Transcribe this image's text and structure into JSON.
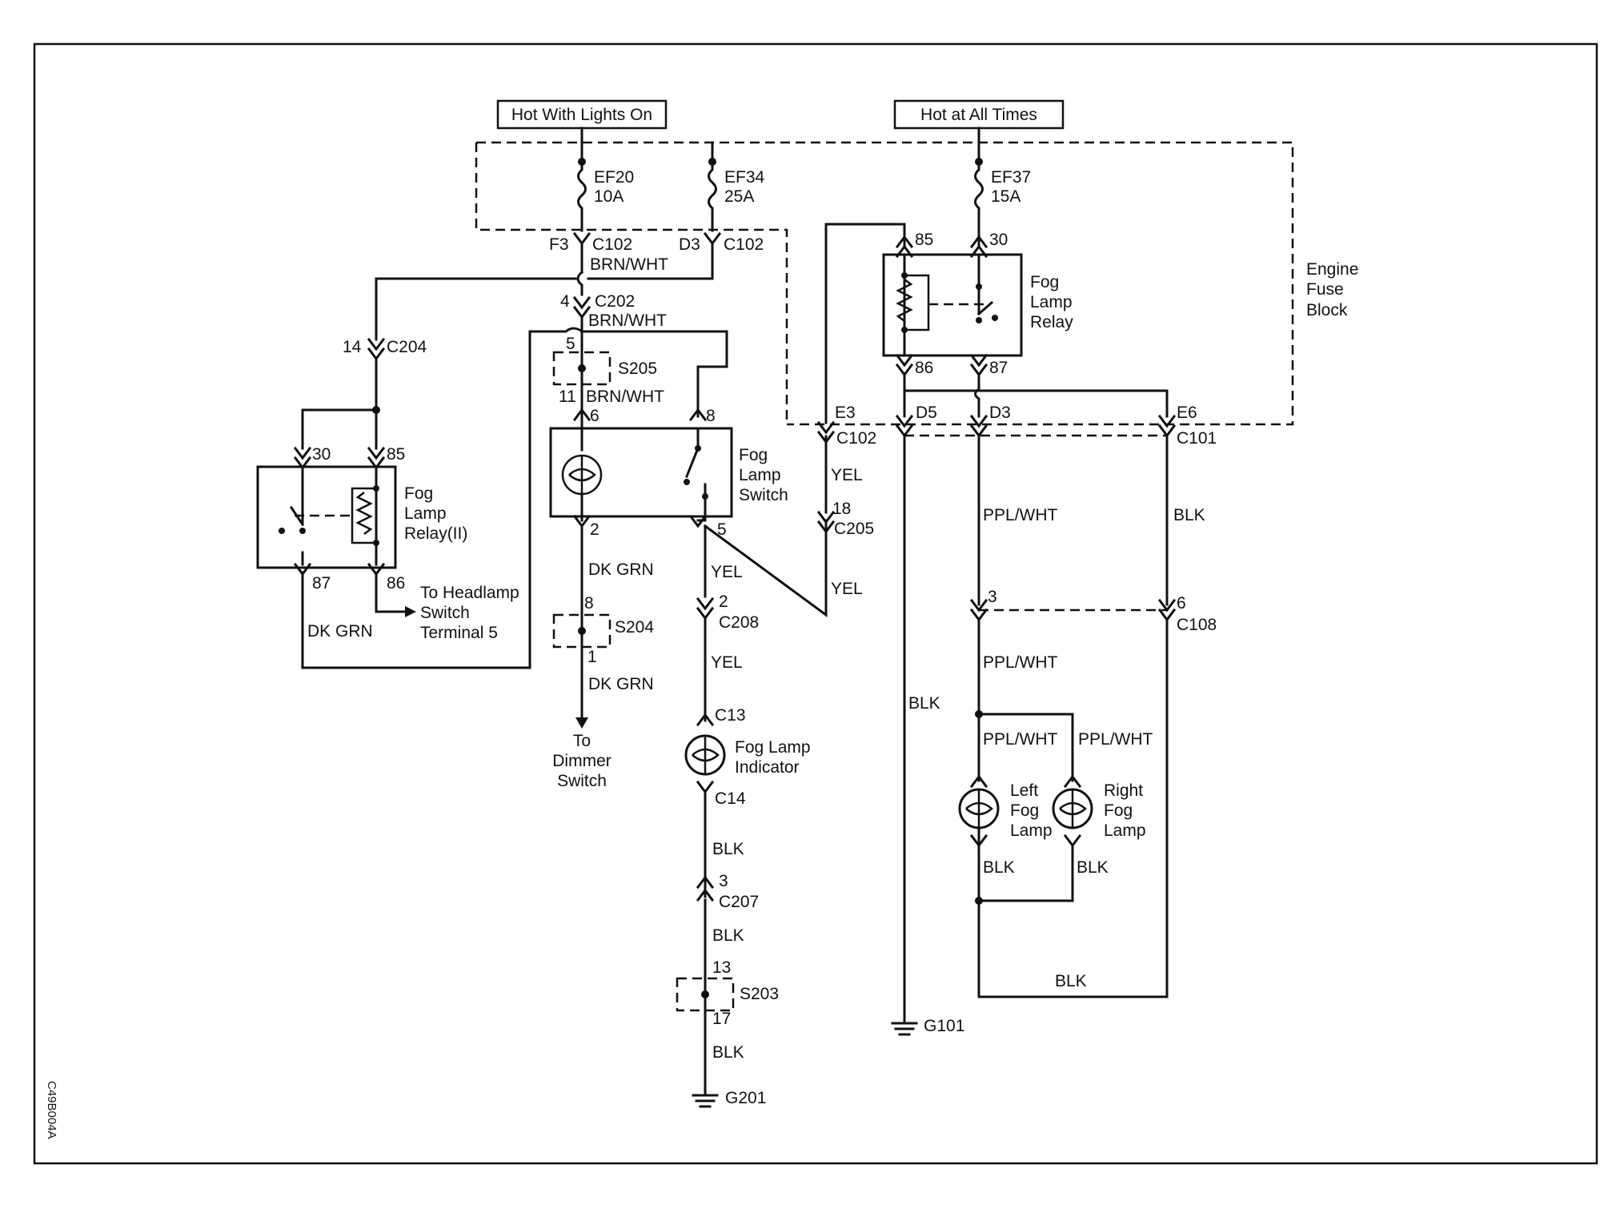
{
  "diagram_id": "C49B004A",
  "power": {
    "hot_with_lights_on": "Hot With Lights On",
    "hot_at_all_times": "Hot at All Times"
  },
  "fuses": {
    "ef20": {
      "name": "EF20",
      "rating": "10A"
    },
    "ef34": {
      "name": "EF34",
      "rating": "25A"
    },
    "ef37": {
      "name": "EF37",
      "rating": "15A"
    }
  },
  "fuse_block": [
    "Engine",
    "Fuse",
    "Block"
  ],
  "connectors": {
    "c102": "C102",
    "c202": "C202",
    "c204": "C204",
    "c205": "C205",
    "c208": "C208",
    "c13": "C13",
    "c14": "C14",
    "c207": "C207",
    "c101": "C101",
    "c108": "C108"
  },
  "pins": {
    "f3": "F3",
    "d3": "D3",
    "p4": "4",
    "p14": "14",
    "p5": "5",
    "p11": "11",
    "p6": "6",
    "p8": "8",
    "p2": "2",
    "p5b": "5",
    "p8b": "8",
    "p1": "1",
    "p2b": "2",
    "p3": "3",
    "p13": "13",
    "p17": "17",
    "p18": "18",
    "e3": "E3",
    "d5": "D5",
    "d3b": "D3",
    "e6": "E6",
    "p3b": "3",
    "p6b": "6",
    "r30": "30",
    "r85": "85",
    "r87": "87",
    "r86": "86",
    "m85": "85",
    "m30": "30",
    "m86": "86",
    "m87": "87"
  },
  "splices": {
    "s205": "S205",
    "s204": "S204",
    "s203": "S203"
  },
  "grounds": {
    "g201": "G201",
    "g101": "G101"
  },
  "wires": {
    "brn_wht_1": "BRN/WHT",
    "brn_wht_2": "BRN/WHT",
    "brn_wht_3": "BRN/WHT",
    "dk_grn_1": "DK GRN",
    "dk_grn_2": "DK GRN",
    "dk_grn_3": "DK GRN",
    "yel_1": "YEL",
    "yel_2": "YEL",
    "yel_3": "YEL",
    "yel_4": "YEL",
    "blk_1": "BLK",
    "blk_2": "BLK",
    "blk_3": "BLK",
    "blk_4": "BLK",
    "blk_5": "BLK",
    "blk_6": "BLK",
    "blk_7": "BLK",
    "ppl_wht_1": "PPL/WHT",
    "ppl_wht_2": "PPL/WHT",
    "ppl_wht_3": "PPL/WHT",
    "ppl_wht_4": "PPL/WHT"
  },
  "components": {
    "relay2": [
      "Fog",
      "Lamp",
      "Relay(II)"
    ],
    "headlamp_switch": [
      "To Headlamp",
      "Switch",
      "Terminal 5"
    ],
    "fog_switch": [
      "Fog",
      "Lamp",
      "Switch"
    ],
    "dimmer": [
      "To",
      "Dimmer",
      "Switch"
    ],
    "indicator": [
      "Fog Lamp",
      "Indicator"
    ],
    "main_relay": [
      "Fog",
      "Lamp",
      "Relay"
    ],
    "left_lamp": [
      "Left",
      "Fog",
      "Lamp"
    ],
    "right_lamp": [
      "Right",
      "Fog",
      "Lamp"
    ]
  }
}
